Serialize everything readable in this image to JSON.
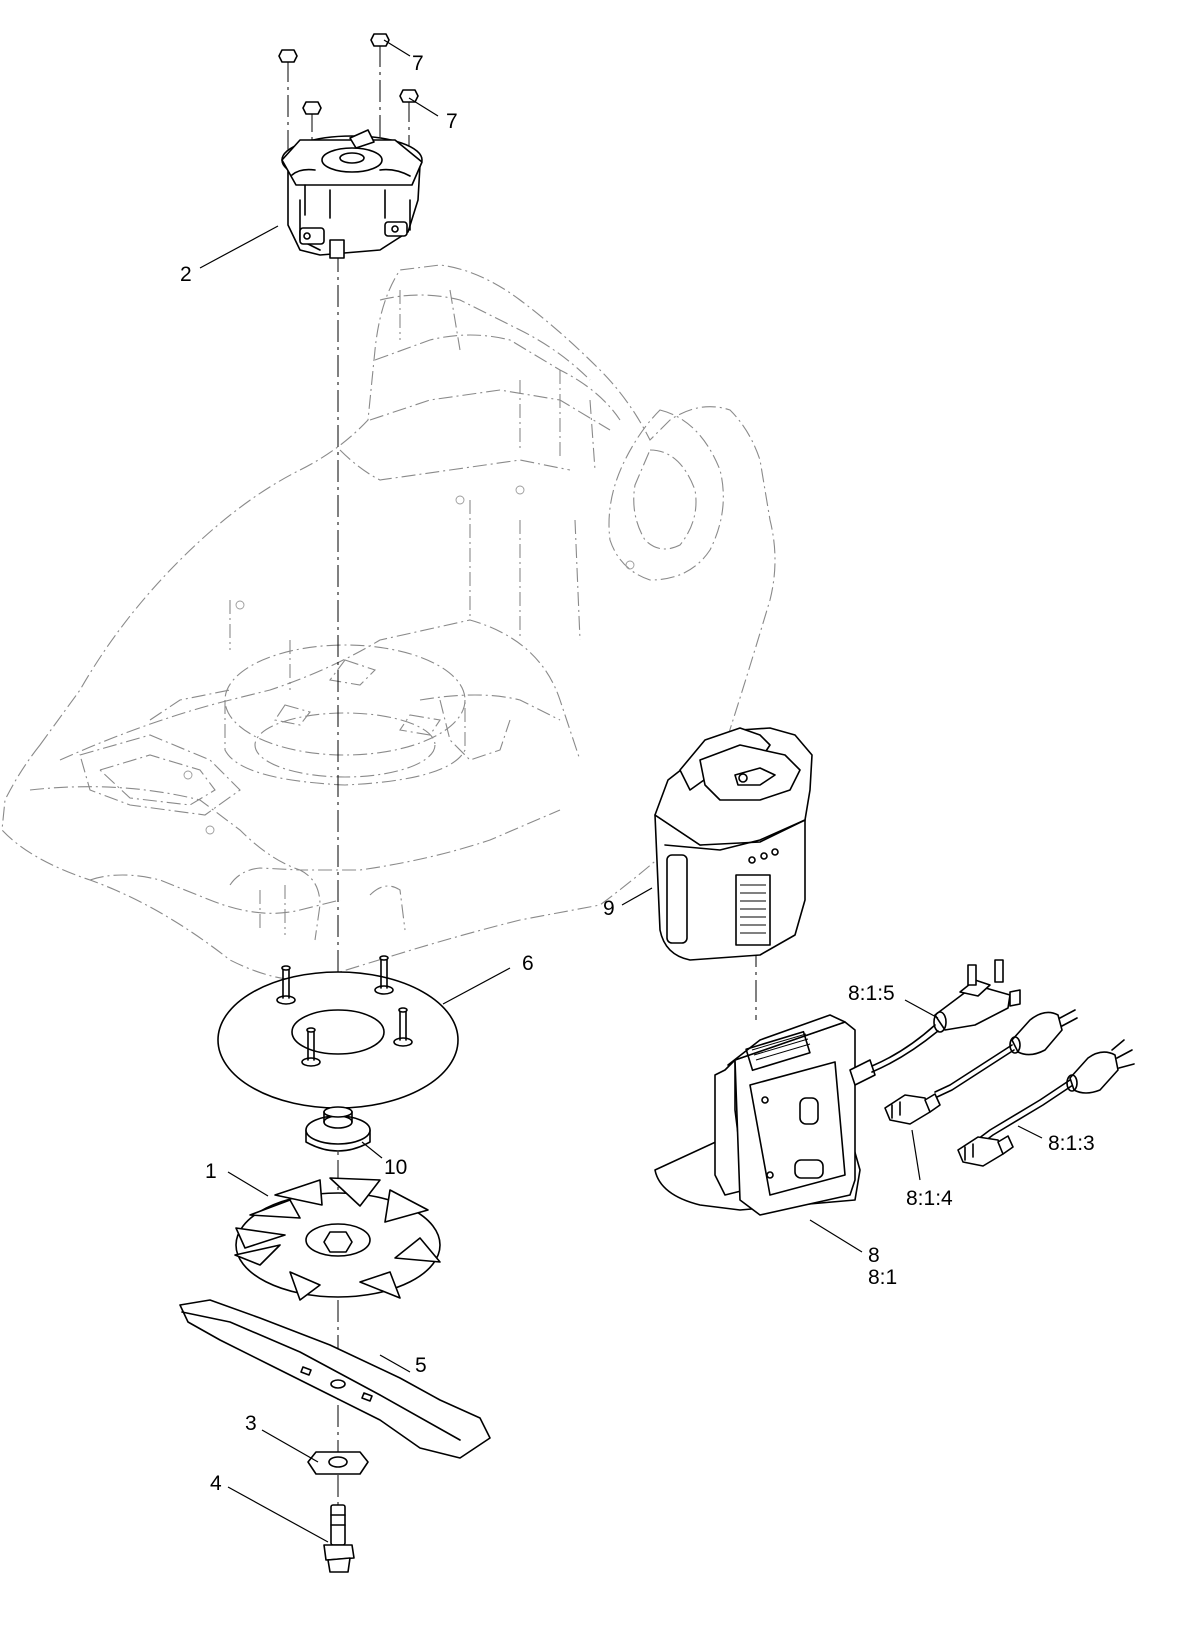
{
  "callouts": {
    "motor": "2",
    "screw_upper": "7",
    "screw_lower": "7",
    "blade_guard": "6",
    "hub": "10",
    "fan": "1",
    "blade": "5",
    "washer": "3",
    "bolt": "4",
    "battery": "9",
    "charger": "8",
    "charger_sub": "8:1",
    "cord_uk": "8:1:5",
    "cord_aus": "8:1:3",
    "cord_eu": "8:1:4"
  },
  "icons": {
    "motor": "electric-motor",
    "deck": "mower-deck-phantom",
    "battery": "battery-pack",
    "charger": "battery-charger",
    "plug_uk": "uk-plug",
    "plug_eu": "eu-plug",
    "plug_aus": "aus-plug"
  },
  "colors": {
    "ink": "#000000",
    "phantom": "#8a8a8a",
    "background": "#ffffff"
  }
}
